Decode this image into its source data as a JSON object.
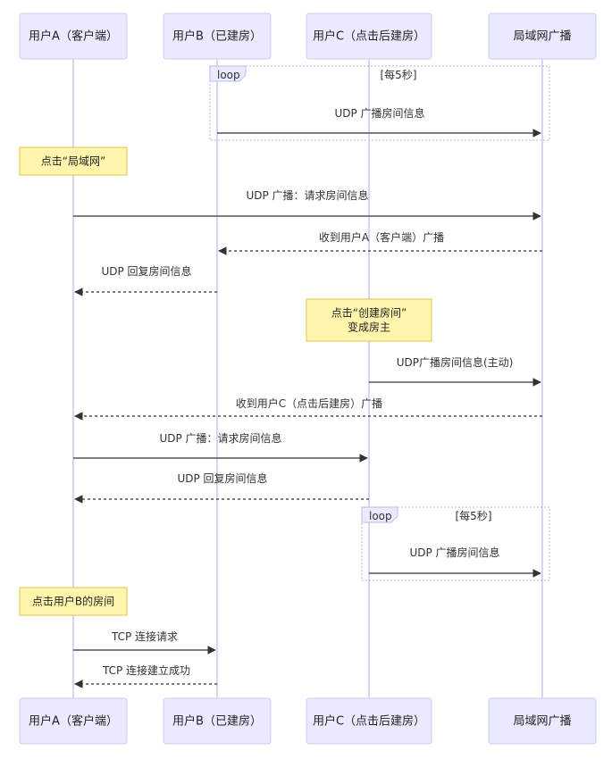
{
  "actors": [
    {
      "id": "A",
      "label": "用户A（客户端）"
    },
    {
      "id": "B",
      "label": "用户B（已建房）"
    },
    {
      "id": "C",
      "label": "用户C（点击后建房）"
    },
    {
      "id": "L",
      "label": "局域网广播"
    }
  ],
  "loops": [
    {
      "label": "loop",
      "condition": "[每5秒]",
      "from": "B",
      "to": "L",
      "message": "UDP 广播房间信息"
    },
    {
      "label": "loop",
      "condition": "[每5秒]",
      "from": "C",
      "to": "L",
      "message": "UDP 广播房间信息"
    }
  ],
  "notes": [
    {
      "over": "A",
      "lines": [
        "点击“局域网”"
      ]
    },
    {
      "over": "C",
      "lines": [
        "点击“创建房间”",
        "变成房主"
      ]
    },
    {
      "over": "A",
      "lines": [
        "点击用户B的房间"
      ]
    }
  ],
  "messages": [
    {
      "from": "A",
      "to": "L",
      "text": "UDP 广播：请求房间信息",
      "style": "solid"
    },
    {
      "from": "L",
      "to": "B",
      "text": "收到用户A（客户端）广播",
      "style": "dashed"
    },
    {
      "from": "B",
      "to": "A",
      "text": "UDP 回复房间信息",
      "style": "dashed"
    },
    {
      "from": "C",
      "to": "L",
      "text": "UDP广播房间信息(主动)",
      "style": "solid"
    },
    {
      "from": "L",
      "to": "A",
      "text": "收到用户C（点击后建房）广播",
      "style": "dashed"
    },
    {
      "from": "A",
      "to": "C",
      "text": "UDP 广播：请求房间信息",
      "style": "solid"
    },
    {
      "from": "C",
      "to": "A",
      "text": "UDP 回复房间信息",
      "style": "dashed"
    },
    {
      "from": "A",
      "to": "B",
      "text": "TCP 连接请求",
      "style": "solid"
    },
    {
      "from": "B",
      "to": "A",
      "text": "TCP 连接建立成功",
      "style": "dashed"
    }
  ]
}
